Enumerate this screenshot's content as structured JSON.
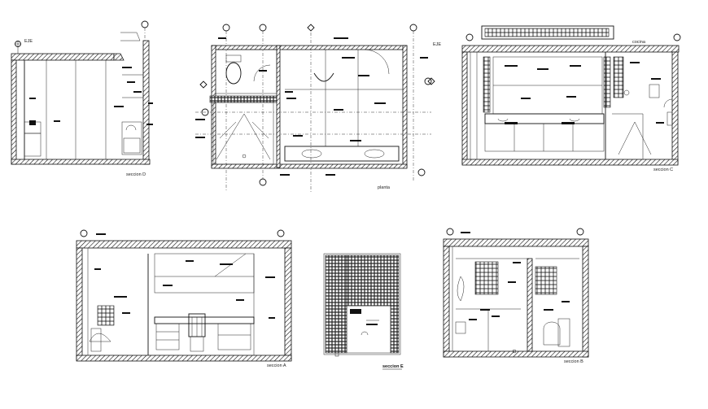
{
  "sheet": {
    "labels": {
      "seccion_d": "seccion D",
      "planta": "planta",
      "seccion_c": "seccion C",
      "seccion_a": "seccion A",
      "seccion_e": "seccion E",
      "seccion_b": "seccion B",
      "nivel_d": "EJE",
      "nivel_plan_right": "EJE",
      "nivel_c": "cocina"
    },
    "colors": {
      "line": "#111111",
      "background": "#ffffff"
    }
  }
}
